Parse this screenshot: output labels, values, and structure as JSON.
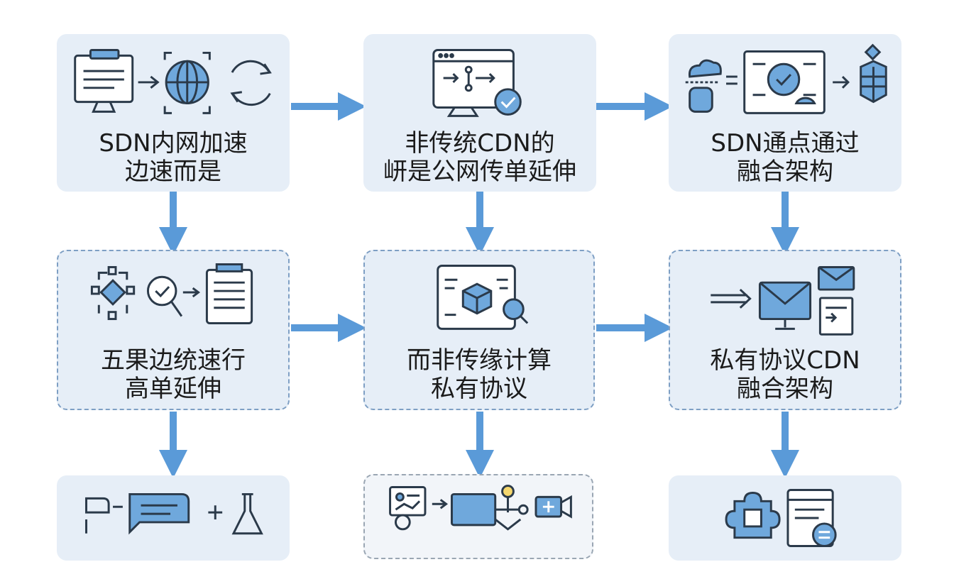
{
  "title": "",
  "nodes": [
    {
      "id": "n1",
      "lines": [
        "SDN内网加速",
        "边速而是"
      ],
      "style": "solid"
    },
    {
      "id": "n2",
      "lines": [
        "非传统CDN的",
        "岍是公网传单延伸"
      ],
      "style": "solid"
    },
    {
      "id": "n3",
      "lines": [
        "SDN通点通过",
        "融合架构"
      ],
      "style": "solid"
    },
    {
      "id": "n4",
      "lines": [
        "五果边统速行",
        "高单延伸"
      ],
      "style": "dashed"
    },
    {
      "id": "n5",
      "lines": [
        "而非传缘计算",
        "私有协议"
      ],
      "style": "dashed"
    },
    {
      "id": "n6",
      "lines": [
        "私有协议CDN",
        "融合架构"
      ],
      "style": "dashed"
    },
    {
      "id": "n7",
      "lines": [],
      "style": "solid"
    },
    {
      "id": "n8",
      "lines": [],
      "style": "thin-dashed"
    },
    {
      "id": "n9",
      "lines": [],
      "style": "solid"
    }
  ],
  "icons": {
    "n1": [
      "certificate-monitor-icon",
      "arrow-right-icon",
      "globe-scan-icon",
      "sync-icon"
    ],
    "n2": [
      "browser-flow-check-icon"
    ],
    "n3": [
      "cloud-database-icon",
      "equals-icon",
      "chip-check-icon",
      "arrow-right-icon",
      "storage-cube-icon"
    ],
    "n4": [
      "network-nodes-icon",
      "search-check-icon",
      "arrow-right-icon",
      "document-icon"
    ],
    "n5": [
      "circuit-cube-icon",
      "magnifier-icon"
    ],
    "n6": [
      "arrow-right-icon",
      "mail-monitor-icon",
      "mail-document-icon"
    ],
    "n7": [
      "flow-shapes-icon",
      "chat-icon",
      "plus-icon",
      "flask-icon"
    ],
    "n8": [
      "dashboard-icon",
      "arrow-right-icon",
      "computer-network-icon",
      "camera-snow-icon"
    ],
    "n9": [
      "puzzle-icon",
      "document-list-icon"
    ]
  },
  "colors": {
    "accent": "#5a9ad8",
    "node_fill": "#e6eef7",
    "icon_stroke": "#2b3a4a",
    "icon_fill": "#6fa8dc"
  }
}
